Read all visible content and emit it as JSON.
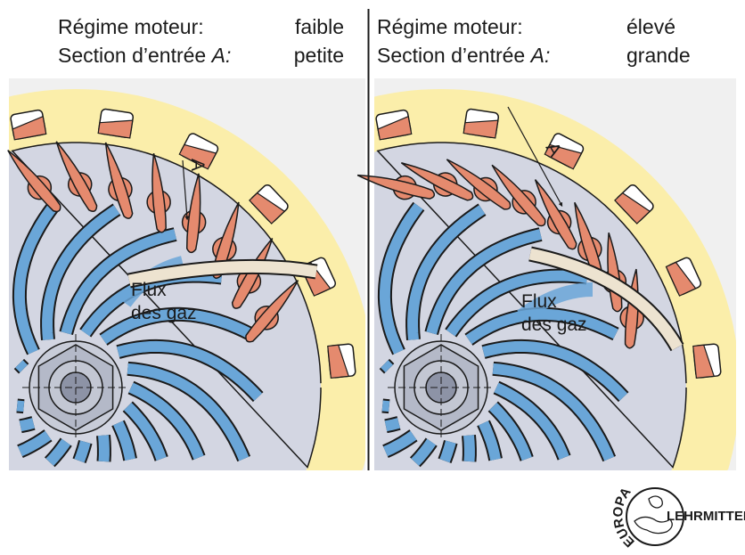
{
  "panels": [
    {
      "row1_label": "Régime moteur:",
      "row1_value": "faible",
      "row2_label": "Section d’entrée ",
      "row2_var": "A:",
      "row2_value": "petite",
      "flow_label_1": "Flux",
      "flow_label_2": "des gaz",
      "dimension_label": "A"
    },
    {
      "row1_label": "Régime moteur:",
      "row1_value": "élevé",
      "row2_label": "Section d’entrée ",
      "row2_var": "A:",
      "row2_value": "grande",
      "flow_label_1": "Flux",
      "flow_label_2": "des gaz",
      "dimension_label": "A"
    }
  ],
  "logo": {
    "top": "EUROPA",
    "bottom": "LEHRMITTEL"
  },
  "colors": {
    "ring": "#fbeeaa",
    "disc": "#d3d6e2",
    "vane": "#6aa6d8",
    "blade": "#e58a6e",
    "outline": "#1a1a1a",
    "flow": "#ede3d0"
  }
}
